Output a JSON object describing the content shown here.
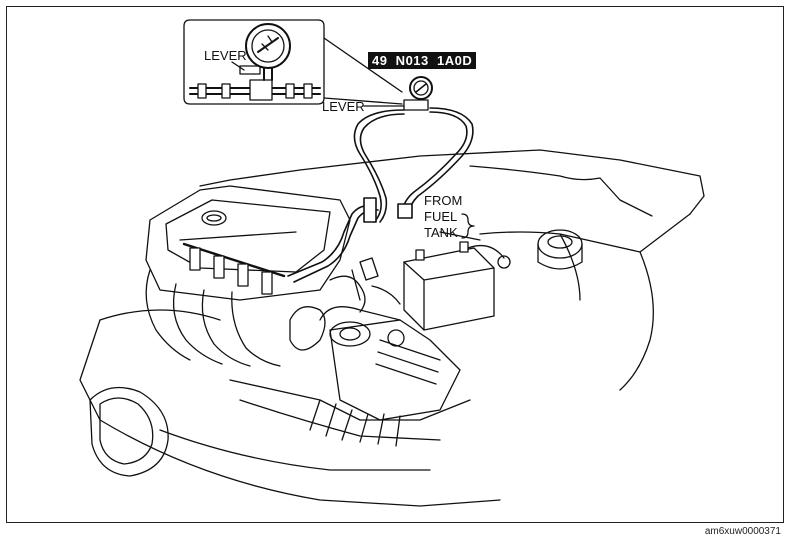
{
  "labels": {
    "lever_inset": "LEVER",
    "lever_main": "LEVER",
    "tool_code": "49  N013  1A0D",
    "from": "FROM",
    "fuel": "FUEL",
    "tank": "TANK"
  },
  "footer_code": "am6xuw0000371"
}
